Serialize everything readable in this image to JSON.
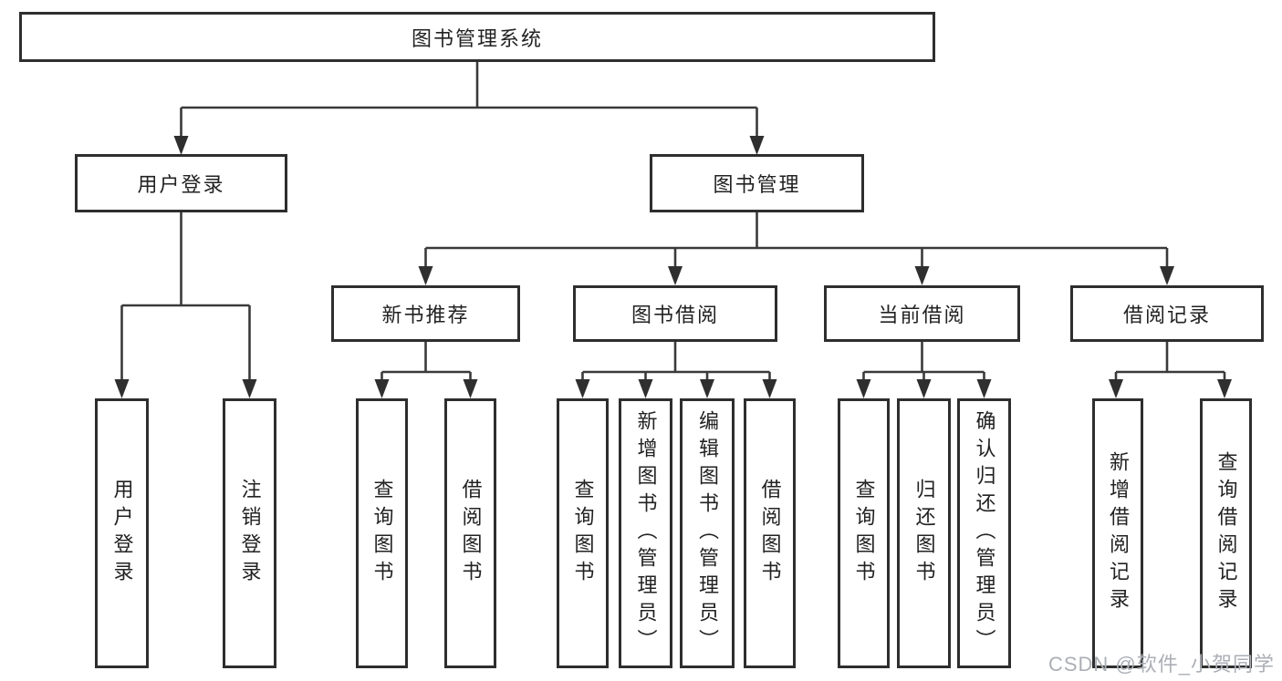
{
  "diagram": {
    "colors": {
      "line": "#3a3a3a",
      "box_border": "#2e2e2e",
      "text": "#222222",
      "watermark": "#abafb5",
      "background": "#ffffff"
    },
    "tree": {
      "label": "图书管理系统",
      "children": [
        {
          "label": "用户登录",
          "children": [
            {
              "label": "用户登录"
            },
            {
              "label": "注销登录"
            }
          ]
        },
        {
          "label": "图书管理",
          "children": [
            {
              "label": "新书推荐",
              "children": [
                {
                  "label": "查询图书"
                },
                {
                  "label": "借阅图书"
                }
              ]
            },
            {
              "label": "图书借阅",
              "children": [
                {
                  "label": "查询图书"
                },
                {
                  "label": "新增图书（管理员）"
                },
                {
                  "label": "编辑图书（管理员）"
                },
                {
                  "label": "借阅图书"
                }
              ]
            },
            {
              "label": "当前借阅",
              "children": [
                {
                  "label": "查询图书"
                },
                {
                  "label": "归还图书"
                },
                {
                  "label": "确认归还（管理员）"
                }
              ]
            },
            {
              "label": "借阅记录",
              "children": [
                {
                  "label": "新增借阅记录"
                },
                {
                  "label": "查询借阅记录"
                }
              ]
            }
          ]
        }
      ]
    },
    "watermark": "CSDN @软件_小贺同学"
  }
}
